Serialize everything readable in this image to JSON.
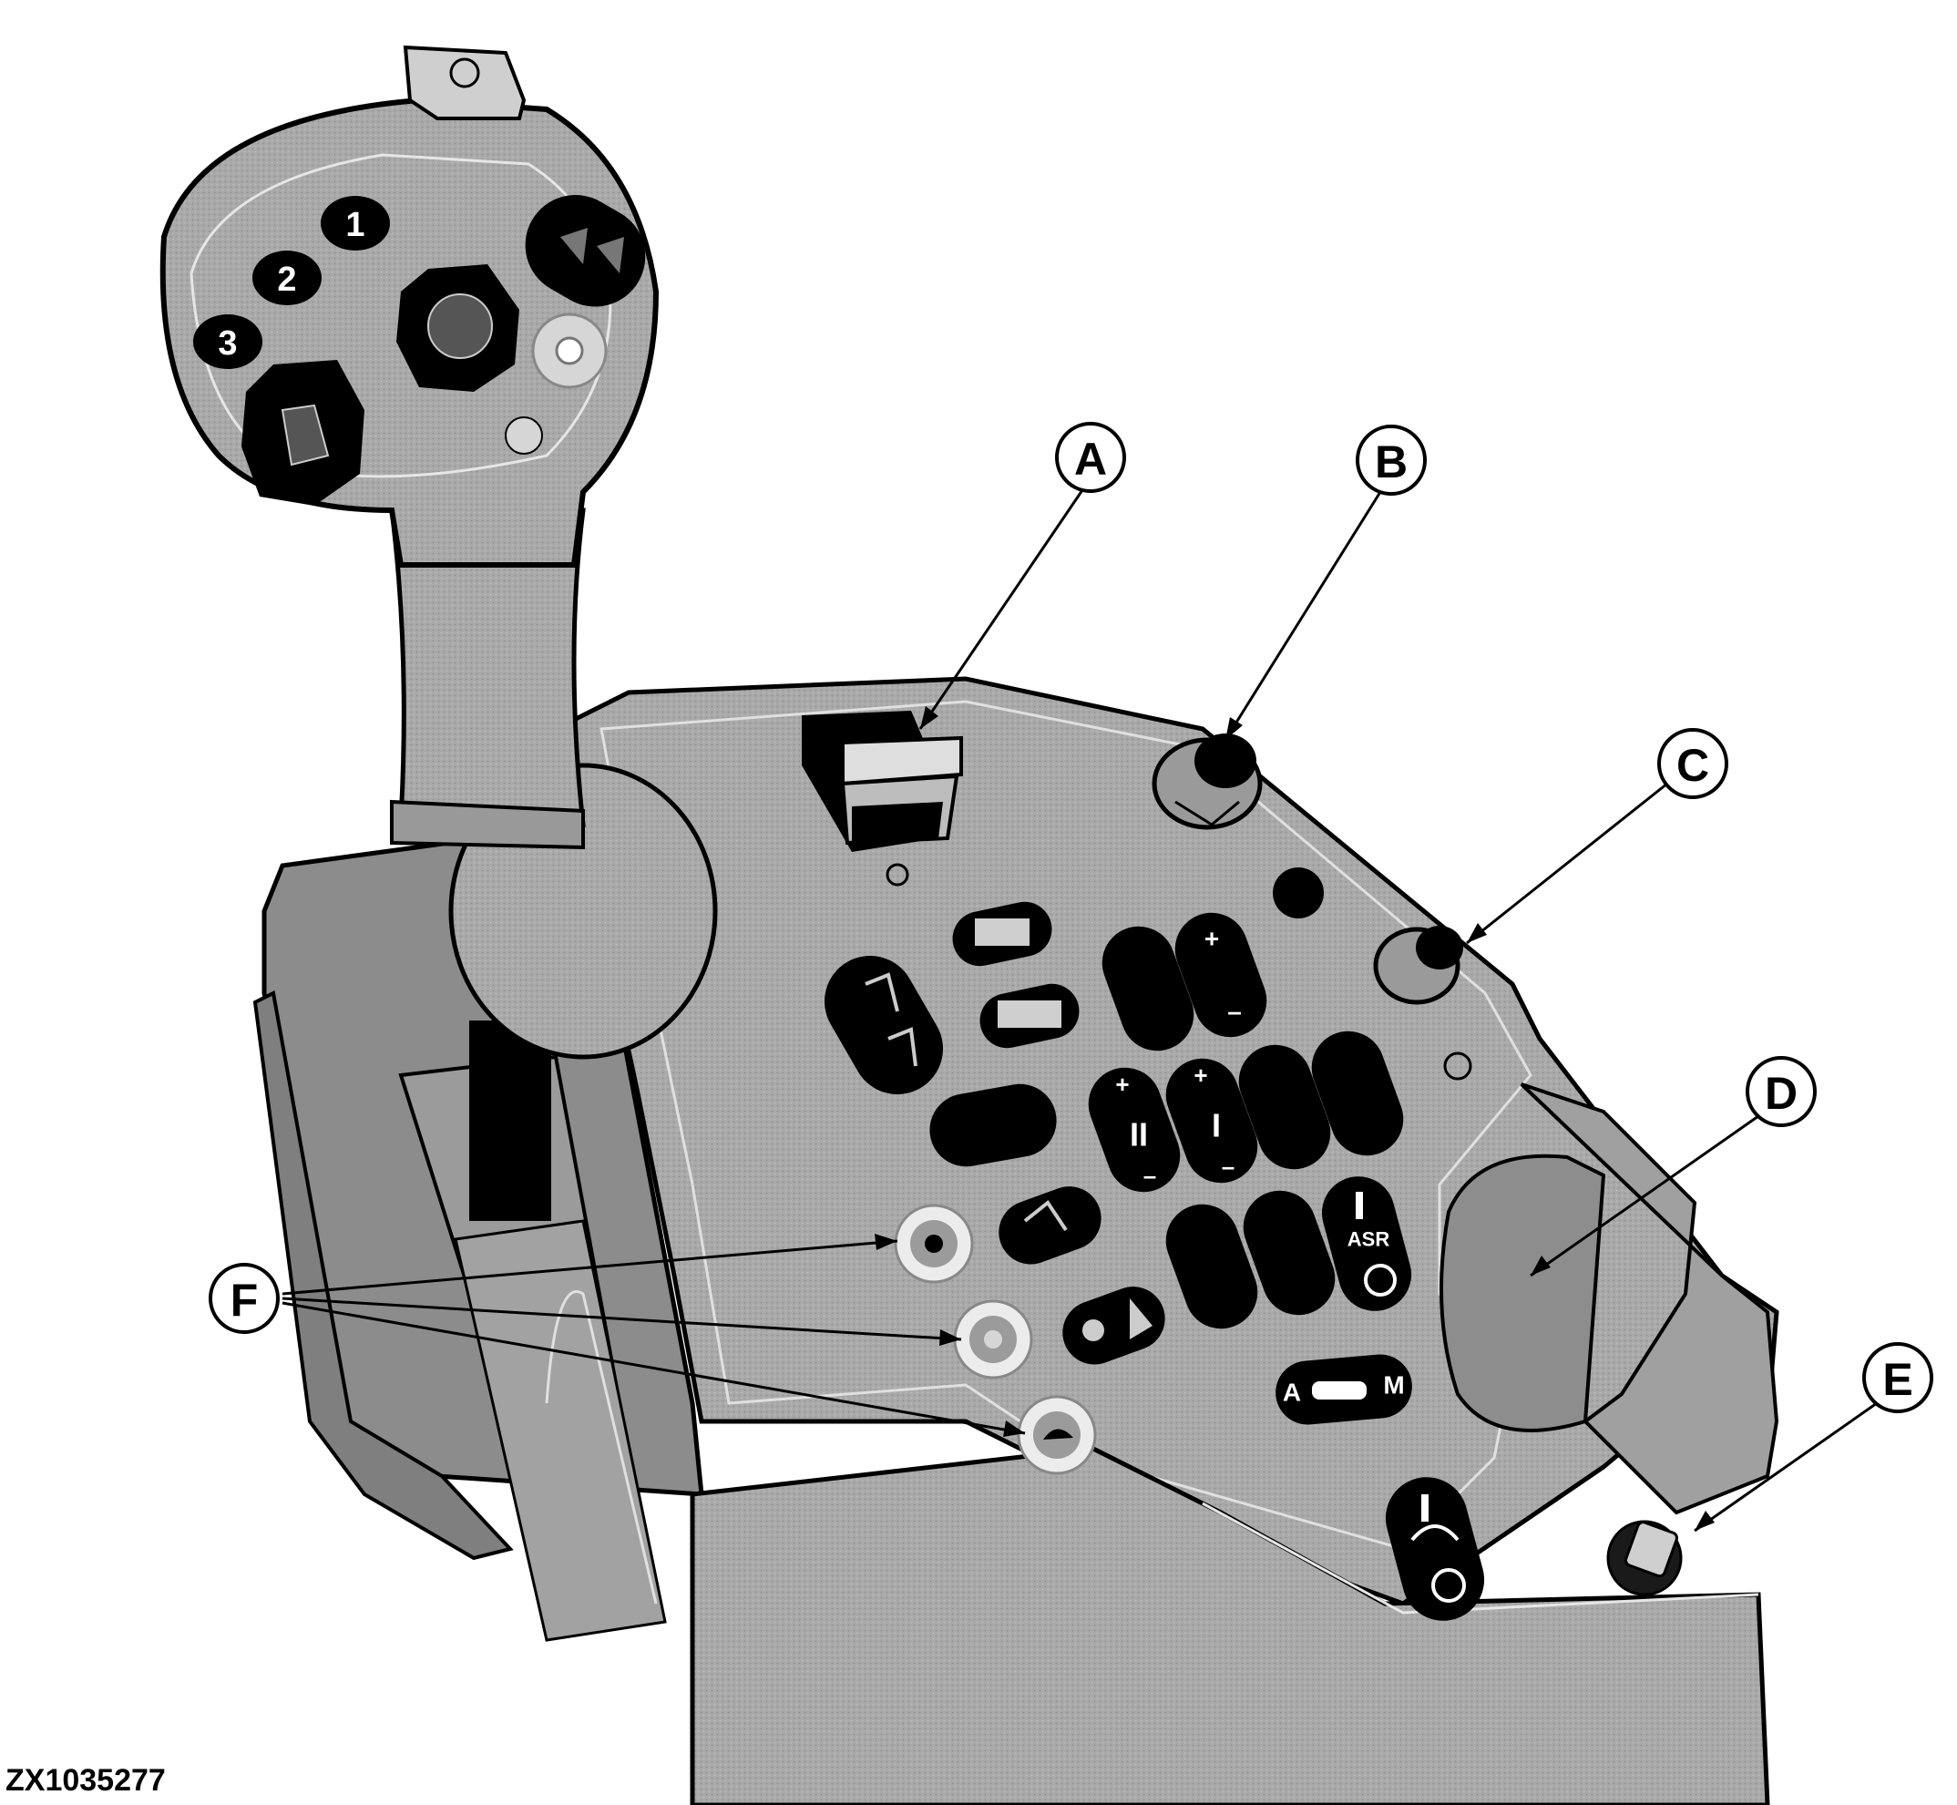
{
  "figure_id": "ZX1035277",
  "callouts": [
    "A",
    "B",
    "C",
    "D",
    "E",
    "F"
  ],
  "joystick": {
    "buttons": [
      "1",
      "2",
      "3"
    ]
  },
  "panel": {
    "asr_label": "ASR",
    "mode_a": "A",
    "mode_m": "M",
    "roman_two": "II",
    "roman_one": "I",
    "plus": "+",
    "minus": "–"
  },
  "colors": {
    "body": "#a9a9a9",
    "body_dark": "#8c8c8c",
    "button": "#000000",
    "highlight": "#ececec",
    "outline": "#000000"
  }
}
